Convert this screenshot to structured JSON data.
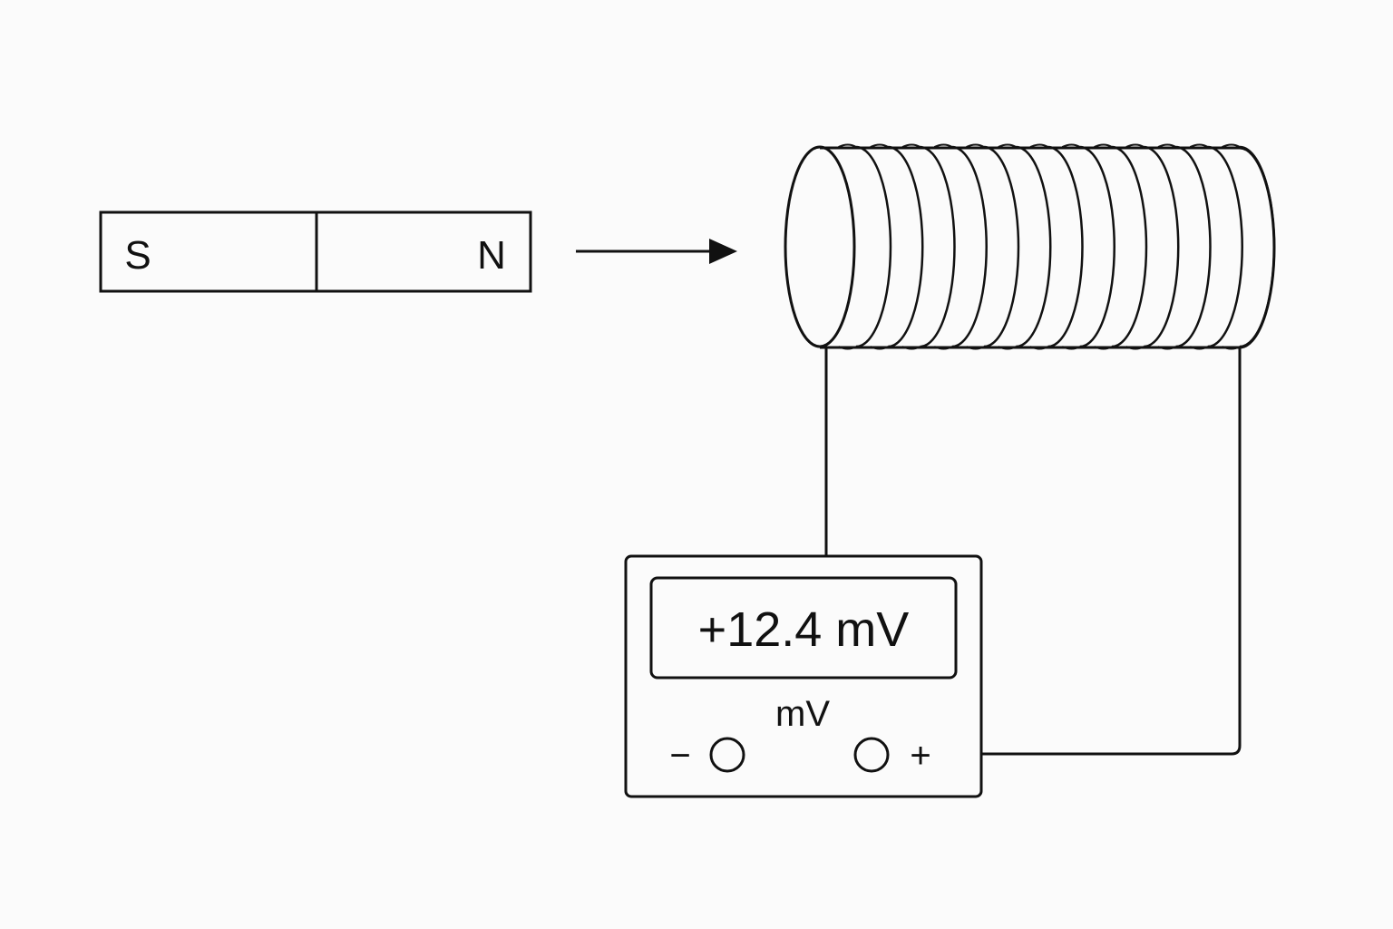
{
  "magnet": {
    "south_label": "S",
    "north_label": "N"
  },
  "motion_arrow": {
    "direction": "right"
  },
  "coil": {
    "winding_count": 13
  },
  "meter": {
    "reading": "+12.4 mV",
    "unit_label": "mV",
    "negative_terminal_label": "−",
    "positive_terminal_label": "+"
  },
  "colors": {
    "ink": "#111111",
    "background": "#fbfbfb"
  }
}
